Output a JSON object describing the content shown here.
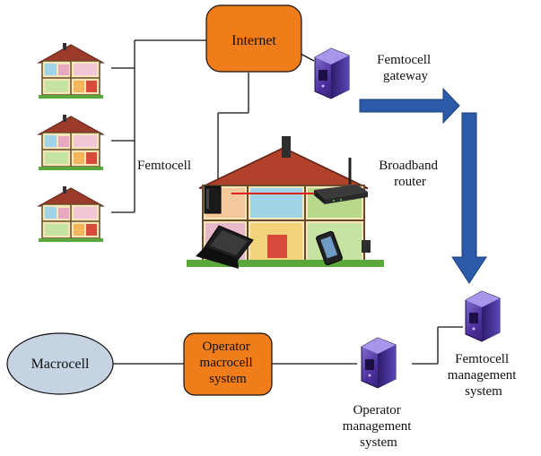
{
  "labels": {
    "internet": "Internet",
    "femtocell_gateway": [
      "Femtocell",
      "gateway"
    ],
    "femtocell": "Femtocell",
    "broadband_router": [
      "Broadband",
      "router"
    ],
    "macrocell": "Macrocell",
    "operator_macrocell_system": [
      "Operator",
      "macrocell",
      "system"
    ],
    "operator_management_system": [
      "Operator",
      "management",
      "system"
    ],
    "femtocell_management_system": [
      "Femtocell",
      "management",
      "system"
    ]
  },
  "colors": {
    "internet_box": "#f07d1a",
    "operator_box": "#f07d1a",
    "macrocell_ellipse": "#c5d3e3",
    "arrow": "#2a5aa8",
    "server": "#4a2f9c",
    "line": "#111111"
  },
  "icons": [
    "house-icon",
    "server-icon",
    "laptop-icon",
    "router-icon",
    "phone-icon"
  ]
}
